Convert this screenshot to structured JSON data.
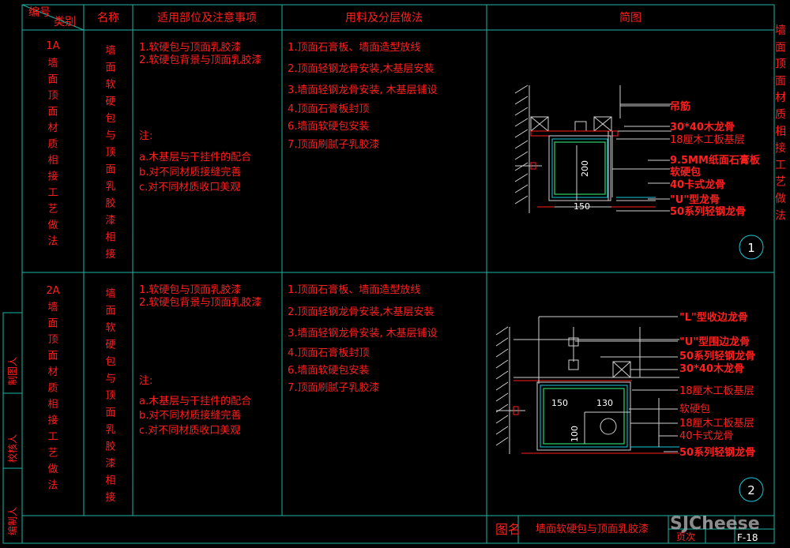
{
  "header": {
    "code_label": "编号",
    "category_label": "类别",
    "name_label": "名称",
    "scope_label": "适用部位及注意事项",
    "materials_label": "用料及分层做法",
    "sketch_label": "简图"
  },
  "side_title": "墙面顶面材质相接工艺做法",
  "rows": [
    {
      "code": "1A",
      "category": "墙面顶面材质相接工艺做法",
      "name": "墙面软硬包与顶面乳胶漆相接",
      "scope": [
        "1.软硬包与顶面乳胶漆",
        "2.软硬包背景与顶面乳胶漆"
      ],
      "note_title": "注:",
      "notes": [
        "a.木基层与干挂件的配合",
        "b.对不同材质接缝完善",
        "c.对不同材质收口美观"
      ],
      "steps": [
        "1.顶面石膏板、墙面造型放线",
        "2.顶面轻钢龙骨安装,木基层安装",
        "3.墙面轻钢龙骨安装, 木基层铺设",
        "4.顶面石膏板封顶",
        "6.墙面软硬包安装",
        "7.顶面刷腻子乳胶漆"
      ],
      "figure_no": "1",
      "labels": [
        "吊筋",
        "30*40木龙骨",
        "18厘木工板基层",
        "9.5MM纸面石膏板",
        "软硬包",
        "40卡式龙骨",
        "\"U\"型龙骨",
        "50系列轻钢龙骨"
      ],
      "dims": [
        "200",
        "150"
      ]
    },
    {
      "code": "2A",
      "category": "墙面顶面材质相接工艺做法",
      "name": "墙面软硬包与顶面乳胶漆相接",
      "scope": [
        "1.软硬包与顶面乳胶漆",
        "2.软硬包背景与顶面乳胶漆"
      ],
      "note_title": "注:",
      "notes": [
        "a.木基层与干挂件的配合",
        "b.对不同材质接缝完善",
        "c.对不同材质收口美观"
      ],
      "steps": [
        "1.顶面石膏板、墙面造型放线",
        "2.顶面轻钢龙骨安装,木基层安装",
        "3.墙面轻钢龙骨安装, 木基层铺设",
        "4.顶面石膏板封顶",
        "6.墙面软硬包安装",
        "7.顶面刷腻子乳胶漆"
      ],
      "figure_no": "2",
      "labels": [
        "\"L\"型收边龙骨",
        "\"U\"型围边龙骨",
        "50系列轻钢龙骨",
        "30*40木龙骨",
        "18厘木工板基层",
        "软硬包",
        "18厘木工板基层",
        "40卡式龙骨",
        "50系列轻钢龙骨"
      ],
      "dims": [
        "150",
        "130",
        "100"
      ]
    }
  ],
  "sign_labels": [
    "制图人",
    "校核人",
    "编制人"
  ],
  "footer": {
    "drawing_name_label": "图名",
    "drawing_name": "墙面软硬包与顶面乳胶漆",
    "page_label": "页次",
    "page_no": "F-18",
    "watermark": "SJCheese"
  }
}
